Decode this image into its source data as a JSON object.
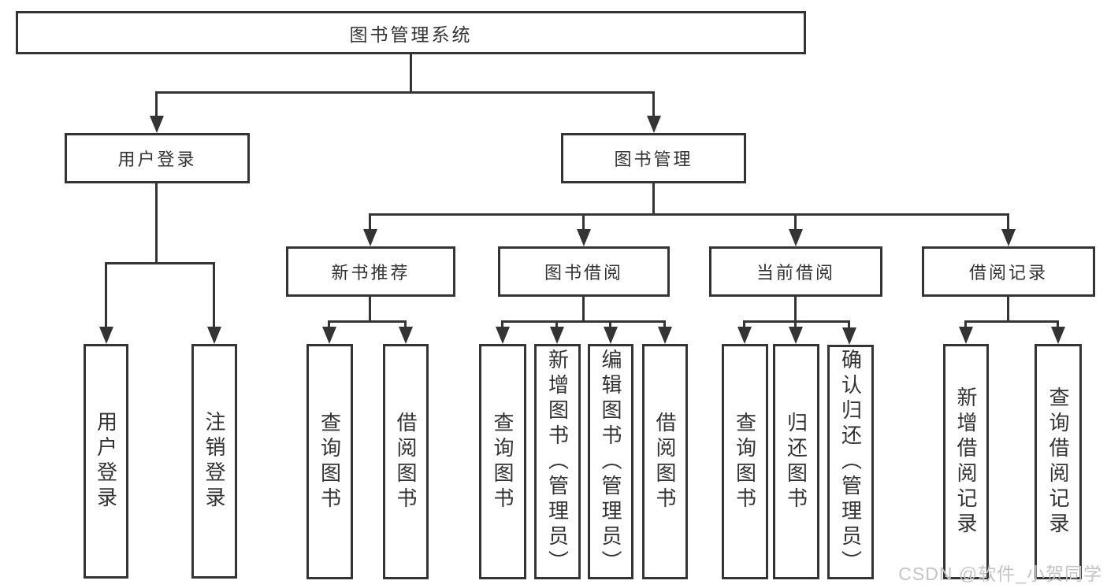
{
  "tree": {
    "label": "图书管理系统",
    "children": [
      {
        "label": "用户登录",
        "children": [
          {
            "label": "用户登录"
          },
          {
            "label": "注销登录"
          }
        ]
      },
      {
        "label": "图书管理",
        "children": [
          {
            "label": "新书推荐",
            "children": [
              {
                "label": "查询图书"
              },
              {
                "label": "借阅图书"
              }
            ]
          },
          {
            "label": "图书借阅",
            "children": [
              {
                "label": "查询图书"
              },
              {
                "label": "新增图书（管理员）"
              },
              {
                "label": "编辑图书（管理员）"
              },
              {
                "label": "借阅图书"
              }
            ]
          },
          {
            "label": "当前借阅",
            "children": [
              {
                "label": "查询图书"
              },
              {
                "label": "归还图书"
              },
              {
                "label": "确认归还（管理员）"
              }
            ]
          },
          {
            "label": "借阅记录",
            "children": [
              {
                "label": "新增借阅记录"
              },
              {
                "label": "查询借阅记录"
              }
            ]
          }
        ]
      }
    ]
  },
  "watermark": "CSDN @软件_小贺同学",
  "colors": {
    "line": "#343434",
    "text": "#333333",
    "background": "#ffffff",
    "watermark_text": "#c4c4c4"
  }
}
